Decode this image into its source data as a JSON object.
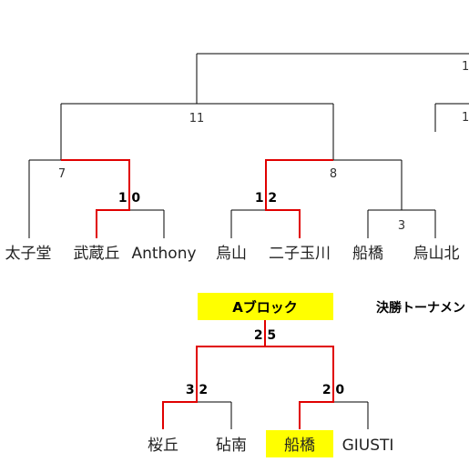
{
  "top_bracket": {
    "match_labels": {
      "m1": "1",
      "m1b": "1",
      "m11": "11",
      "m7": "7",
      "m8": "8",
      "m3": "3"
    },
    "scores": {
      "s10": "1 0",
      "s12": "1 2"
    },
    "teams": [
      "太子堂",
      "武蔵丘",
      "Anthony",
      "烏山",
      "二子玉川",
      "船橋",
      "烏山北"
    ]
  },
  "block_title": "Aブロック",
  "final_title": "決勝トーナメン",
  "bottom_bracket": {
    "scores": {
      "s25": "2 5",
      "s32": "3 2",
      "s20": "2 0"
    },
    "teams": [
      "桜丘",
      "砧南",
      "船橋",
      "GIUSTI"
    ]
  },
  "colors": {
    "winner_line": "#e00000",
    "highlight": "#ffff00",
    "line": "#000000"
  }
}
